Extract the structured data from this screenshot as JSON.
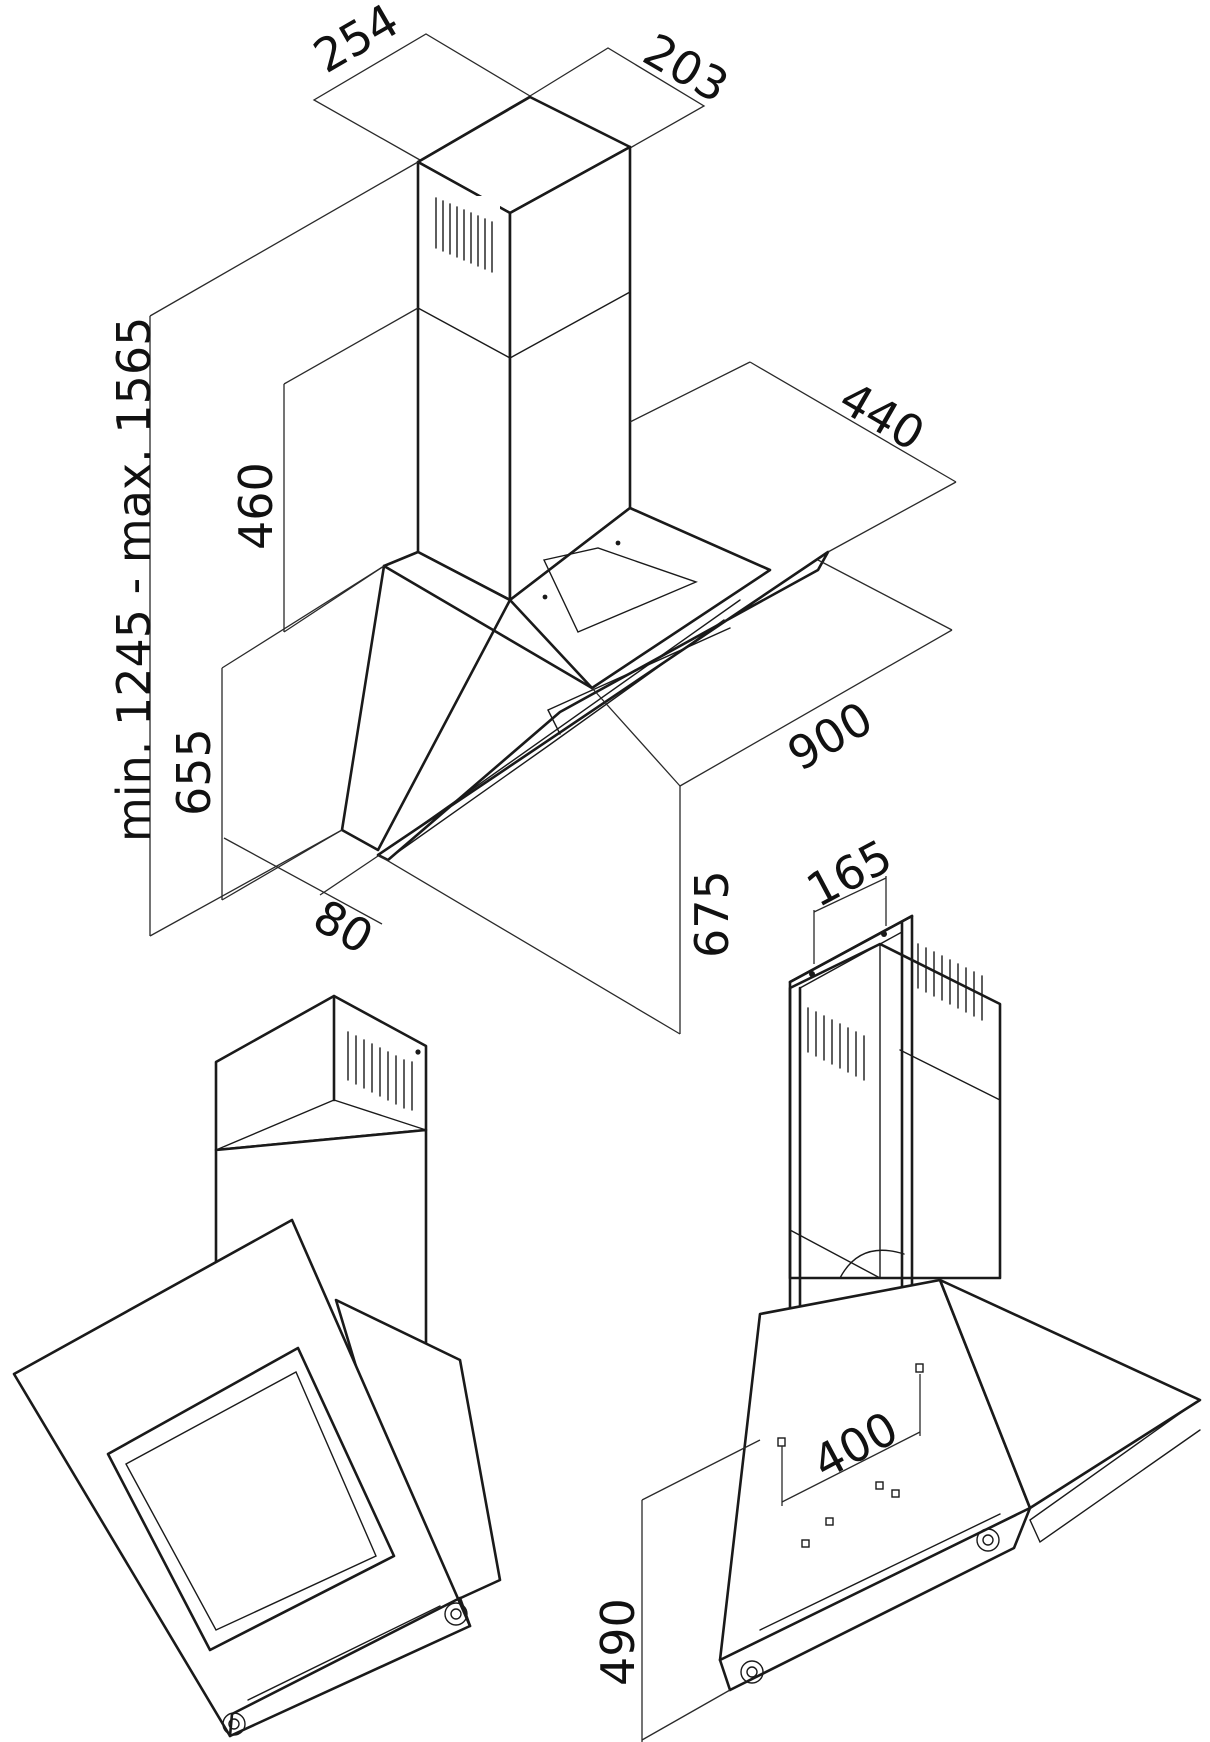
{
  "dimensions": {
    "chimney_width": "254",
    "chimney_depth": "203",
    "hood_depth": "440",
    "upper_chimney_height": "460",
    "overall_height": "min. 1245 - max. 1565",
    "glass_height": "655",
    "hood_width": "900",
    "wall_offset": "80",
    "side_height": "675",
    "bracket_width": "165",
    "mounting_hole_spacing": "400",
    "underside_height": "490"
  },
  "colors": {
    "line": "#1a1a1a",
    "background": "#ffffff"
  }
}
